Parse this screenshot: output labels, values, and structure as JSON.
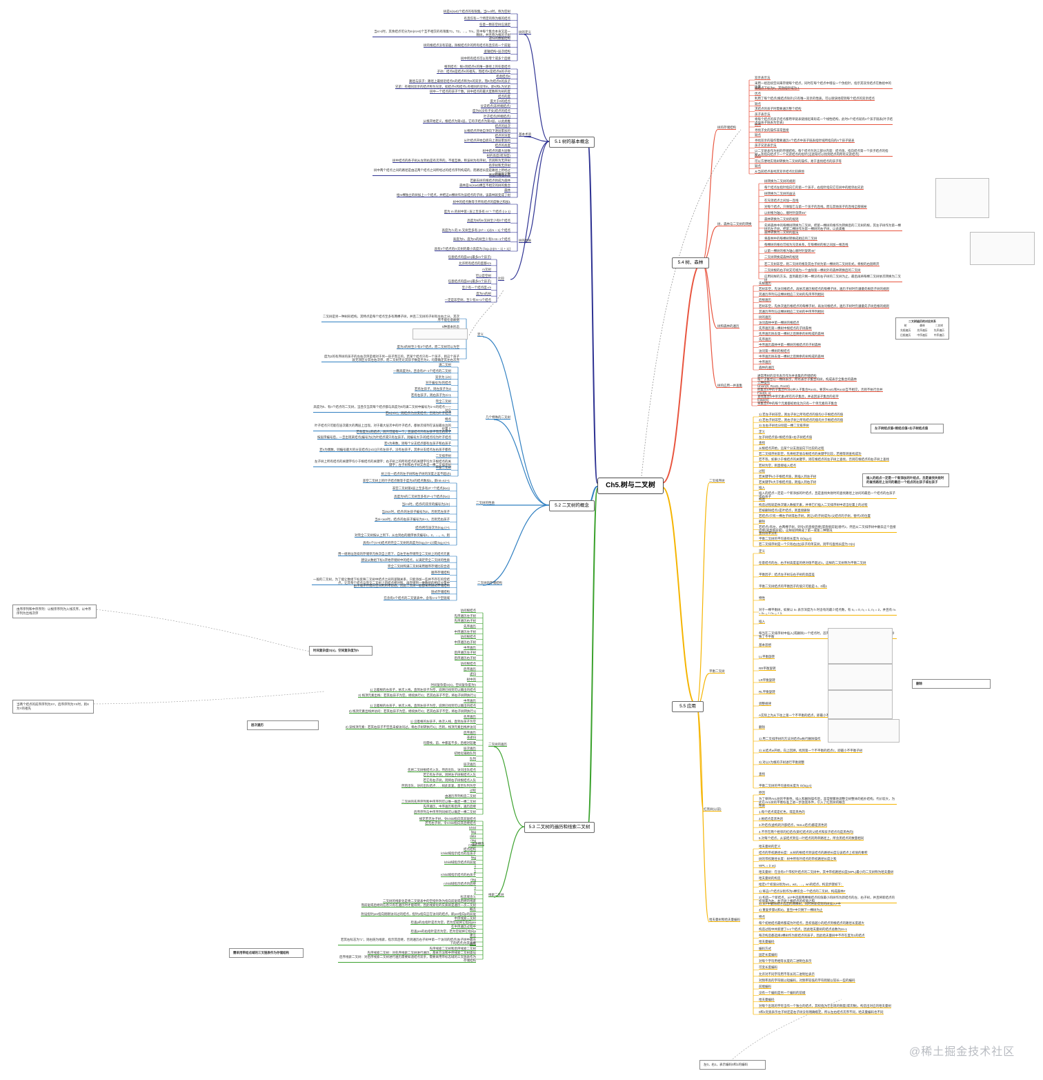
{
  "title": "Ch5.树与二叉树",
  "watermark": "@稀土掘金技术社区",
  "colors": {
    "s51": "#2d3192",
    "s52": "#2f7fc1",
    "s53": "#3aa12c",
    "s54": "#e8543e",
    "s55": "#f5b400",
    "line": "#999999"
  },
  "sections": {
    "s51": "5.1 树的基本概念",
    "s52": "5.2 二叉树的概念",
    "s53": "5.3 二叉树的遍历和线索二叉树",
    "s54": "5.4 树、森林",
    "s55": "5.5 应用"
  },
  "s51": {
    "def": "树的定义",
    "def_items": [
      "树是n(n≥0)个结点的有限集。当n=0时，称为空树",
      "有且仅有一个特定的称为根的结点",
      "任意一颗非空树应满足",
      "当n>1时，其余结点可分为m(m>0)个互不相交的有限集T1，T2，…，Tm，其中每个集合本身又是一颗树，并且称为根的子树",
      "递归的数据结构",
      "树的根结点没有前驱，除根结点外的所有结点有且仅有一个前驱",
      "逻辑结构+层次结构",
      "树中所有结点可以有零个或多个后继"
    ],
    "basic": "基本术语",
    "basic_items": [
      "根到结点：根A到结点K的唯一路径上的任意结点",
      "子孙：结点B是结点K的祖先，而结点K是结点B的子孙",
      "考虑结点K",
      "路径与孩子：路径上最接近结点K的结点称为K的双亲，而K为结点E的孩子",
      "兄弟：有相同双亲的结点称为兄弟，如结点K和结点L有相同的双亲E，即K和L为兄弟",
      "树中一个结点的孩子个数，树中结点的最大度数称为树的度",
      "结点的度",
      "度大于0的结点",
      "分支结点(非终端结点)",
      "度为0(没有子女)结点的结点",
      "叶子结点(终端结点)",
      "从根开始定义，根结点为第1层，它的子结点为第2层，以此类推",
      "结点的层次",
      "从根结点开始自顶向下逐层累加的",
      "结点的深度",
      "从叶结点开始自底向上逐层累加的",
      "结点的高度",
      "树中结点的最大层数",
      "树的高度(或深度)",
      "树中结点的各子树从左到右是有次序的，不能互换，称该树为有序树，否则称为无序树",
      "有序树和无序树",
      "树中两个结点之间的路径是由这两个结点之间所经过的结点序列构成的，而路径长度是路径上所经过的边的个数",
      "路径和路径长度",
      "若删去树的根结点则成为森林",
      "森林是m(m≥0)棵互不相交的树的集合",
      "森林",
      "给m棵独立的树加上一个结点，并把这m棵树作为该结点的子树，该森林就变成了树"
    ],
    "props": "树的性质",
    "props_items": [
      "树中的结点数等于所有结点的度数之和加1",
      "度为 m 的树中第 i 层上至多有 mⁱ⁻¹ 个结点 (i ≥ 1)",
      "高度为h的m叉树至少有h个结点",
      "高度为 h 的 m 叉树至多有 (mʰ − 1)/(m − 1) 个结点",
      "高度为h、度为m的树至少有h+m−1个结点",
      "具有n个结点的m叉树的最小高度为 ⌈logₘ(n(m − 1) + 1)⌉"
    ],
    "cmp": "比较",
    "cmp_items": [
      "任意结点的度≤m(最多m个孩子)",
      "允许所有结点的度都<m",
      "m叉树",
      "可以是空树",
      "任意结点的度≤m(最多m个孩子)",
      "至少有一个结点度=m",
      "度为m的树",
      "一定是非空树，至少有m+1个结点"
    ]
  },
  "s52": {
    "def": "定义",
    "def_items": [
      "二叉树是另一种树形结构，其特点是每个结点至多有两棵子树，并且二叉树的子树有左右之分，其次序不能任意颠倒",
      "5种基本形态",
      "二叉树与度为2的有序树的区别",
      "度为2的树至少有3个结点，而二叉树可以为空",
      "度为2的有序树的孩子的左右次序是相对于另一孩子而言的，若某个结点只有一个孩子，则这个孩子就无须区分其左右次序，而二叉树无论其孩子数是否为2，均需确定其左右次序"
    ],
    "special": "几个特殊的二叉树",
    "special_items": [
      "满二叉树",
      "一颗高度为h，且含有2ʰ−1个结点的二叉树",
      "双亲为 ⌊i/2⌋",
      "对于编号为i的结点",
      "若有左孩子，则左孩子为2i",
      "若有右孩子，则右孩子为2i+1",
      "完全二叉树",
      "高度为h、有n个结点的二叉树，当且仅当其每个结点都与高度为h的满二叉树中编号为1~n的结点一一对应",
      "若i≤⌊n/2⌋，则结点i为分支结点，否则为叶子结点",
      "特点",
      "叶子结点只可能在层次最大的两层上出现。对于最大层次中的叶子结点，都依次排列在该层最左边的位置上",
      "若有度为1的结点，则只可能有一个，且该结点只有左孩子而无右孩子",
      "按层序编号后，一旦出现某结点(编号为i)为叶结点或只有左孩子，则编号大于i的结点均为叶子结点",
      "若n为奇数，则每个分支结点都有左孩子和右孩子",
      "若n为偶数，则编号最大的分支结点(⌊n/2⌋)只有左孩子，没有右孩子，其余分支结点左右孩子都有",
      "二叉排序树",
      "左子树上所有结点的关键字均小于根结点的关键字；右子树上的所有结点的关键字均大于根结点的关键字；左子树和右子树又各是一棵二叉排序树",
      "平衡二叉树",
      "树上任一结点的左子树和右子树的深度之差不超过1"
    ],
    "nature": "二叉树的性质",
    "nature_items": [
      "非空二叉树上的叶子结点数等于度为2的结点数加1，即n0=n2+1",
      "非空二叉树第k层上至多有2ᵏ⁻¹个结点(k≥1)",
      "高度为h的二叉树至多有2ʰ−1个结点(h≥1)",
      "当i>1时，结点i的双亲的编号为⌊i/2⌋",
      "当2i≤n时，结点i的左孩子编号为2i，否则无左孩子",
      "当2i+1≤n时，结点i的右孩子编号为2i+1，否则无右孩子",
      "结点i所在层次为⌊log₂i⌋+1",
      "对完全二叉树按从上到下、从左到右的顺序依次编号1，2，…，n，则",
      "具有n个(n>0)结点的完全二叉树的高度为⌈log₂(n+1)⌉或⌊log₂n⌋+1"
    ],
    "store": "二叉树的存储结构",
    "store_items": [
      "用一组地址连续的存储单元依次自上而下、自左至右存储完全二叉树上的结点元素",
      "建议从数组下标1开始存储树中的结点，以满足完全二叉树的性质",
      "完全二叉树和满二叉树采用顺序存储比较合适",
      "顺序存储结构",
      "一般的二叉树，为了能让数组下标反映二叉树中结点之间的逻辑关系，只能添加一些并不存在的空结点，让其每个结点与完全二叉树上的结点相对照，再存储到一维数组的相应分量中",
      "由于顺序存储的空间利用率较低，因此二叉树一般都采用链式存储结构",
      "链式存储结构",
      "在含有n个结点的二叉链表中，含有n+1个空链域"
    ]
  },
  "s53": {
    "traverse": "二叉树的遍历",
    "trav_items": [
      "访问根结点",
      "先序遍历左子树",
      "先序遍历右子树",
      "先序遍历",
      "中序遍历左子树",
      "访问根结点",
      "中序遍历右子树",
      "中序遍历",
      "后序遍历左子树",
      "后序遍历右子树",
      "访问根结点",
      "后序遍历",
      "递归",
      "树中的",
      "时间复杂度O(n)，空间复杂度为h",
      "1) 沿着根的左孩子，依次入栈，直到左孩子为空，说明已找到可以输出的结点",
      "2) 栈顶元素出栈：若其右孩子为空，继续执行2)；若其右孩子不空，将右子树转执行1)",
      "中序遍历",
      "1) 沿着根的左孩子，依次入栈，直到左孩子为空，说明已找到可以输出的结点",
      "2) 栈顶元素出栈并访问：若其右孩子为空，继续执行2)；若其右孩子不空，将右子树转执行1)",
      "先序遍历",
      "1) 沿着根的左孩子，依次入栈，直到左孩子为空",
      "2) 读栈顶元素：若其右孩子不空且未被访问过，将右子树转执行1)；否则，栈顶元素出栈并访问",
      "后序遍历",
      "非递归",
      "均需栈，前、中都差不多，后相对较难",
      "层次遍历",
      "初始化辅助队列",
      "队列",
      "层次遍历",
      "先将二叉树根结点入队，然后出队，访问出队结点",
      "若它有左子树，则将左子树根结点入队",
      "若它有右子树，则将右子树根结点入队",
      "然后出队，访问出队结点……如此反复，直至队列为空",
      "过程",
      "由遍历序列构造二叉树",
      "二叉树的先序序列和中序序列可以唯一确定一棵二叉树",
      "先序遍历，中序遍历和后序，遍历后继",
      "后序序列与中序序列同样可以确定一棵二叉树"
    ],
    "trav_note1": "由序序列和中序序列：以根序序列为入线次序，以中序序列为出线次序",
    "trav_note2": "当两个结点的前序序列为XY，后序序列为YX时，则X为Y的祖先",
    "thread": "线索二叉树",
    "basic": "基本概念",
    "thread_items": [
      "规定若无左子树，令lchild指向其前驱结点",
      "若无右子树，令rchild指向其后继结点",
      "lchild",
      "ltag",
      "data",
      "rtag",
      "rchild",
      "结点结构",
      "lchild域指示结点的左孩子",
      "ltag",
      "lchild域指示结点的前驱",
      "0",
      "1",
      "rchild域指示结点的右孩子",
      "rtag",
      "rchild域指示结点的后继",
      "0",
      "1",
      "标志域含义",
      "二叉树的线索化是将二叉链表中的空指针改为指向前驱或后继的线索",
      "而前驱或后继的信息只有在遍历时才能得到，因此线索化的实质就是遍历一次二叉树",
      "概念",
      "附设指针pre指向刚刚访问过的结点，指针p指向正在访问的结点，即pre指向p的前驱",
      "中序线索二叉树",
      "检查p的左指针是否为空，若为空就将它指向pre",
      "在中序遍历过程中",
      "检查pre的右指针是否为空，若为空就将它指向p",
      "建立",
      "若其右标志为“1”，则右链为线索，指示其后继，否则遍历右子树中第一个访问的结点(右子树中最左下的结点)为其后继",
      "遍历",
      "先序线索二叉树和后序线索二叉树",
      "先序线索二叉树：对先序线索二叉树进行遍历，基本方法和中序线索二叉树类似",
      "后序线索二叉树：对后序线索二叉树进行遍历需要知道结点双亲，需要采用带标志域的三叉链表作为存储结构"
    ],
    "thread_note": "需采用带结点域的三叉链表作为存储结构"
  },
  "s54": {
    "store": "树的存储结构",
    "store_items": [
      "双亲表示法",
      "采用一组连续空间来存储每个结点，同时在每个结点中增设一个伪指针，指示其双亲结点在数组中的位置",
      "根结点下标为0，其伪指针域为-1",
      "优点",
      "利用了每个结点(根结点除外)只有唯一双亲的性质，可以很快地得到每个结点的双亲结点",
      "缺点",
      "求结点的孩子时需要遍历整个结构",
      "孩子表示法",
      "将每个结点的孩子结点都用单链表链接起来形成一个线性结构，此时n个结点就有n个孩子链表(叶子结点的孩子链表为空表)",
      "优点",
      "寻找子女的操作非常直接",
      "缺点",
      "寻找双亲的操作需要遍历n个结点中孩子链表指针域所指向的n个孩子链表",
      "孩子兄弟表示法",
      "以二叉链表作为树的存储结构，每个结点包括三部分内容：结点值、指向结点第一个孩子结点的指针，及指向结点下一个兄弟结点的指针(沿此域可以找到结点的所有兄弟结点)",
      "优点",
      "可以方便地实现树转换为二叉树的操作，易于查找结点的孩子等",
      "缺点",
      "从当前结点查找其双亲结点比较麻烦"
    ],
    "conv": "树、森林与二叉树的转换",
    "conv_items": [
      "树转换为二叉树的规则",
      "每个结点左指针指向它的第一个孩子，右指针指向它在树中的相邻右兄弟",
      "树转换为二叉树的画法",
      "在兄弟结点之间加一连线",
      "对每个结点，只保留它与第一个孩子的连线，而与其他孩子的连线全部抹掉",
      "以树根为轴心，顺时针旋转45°",
      "森林转换为二叉树的规则",
      "先将森林中的每棵树转换为二叉树，把第一棵树的根作为转换后的二叉树的根，其左子树作为第一棵树的左子树，把第二棵树作为第一棵树的右子树，以此类推",
      "森林转换为二叉树的画法",
      "将森林中的每棵树转换成相应的二叉树",
      "每棵树的根也可视为兄弟关系，在每棵树的根之间加一根连线",
      "以第一棵树的根为轴心顺时针旋转45°",
      "二叉树转换成森林的规则",
      "若二叉树非空，则二叉树的根及其左子树为第一棵树的二叉树形式，将根的右链断开",
      "二叉树根的右子树又可视为一个由除第一棵树外的森林转换后的二叉树",
      "应用同样的方法，直到最后只剩一棵没有右子树的二叉树为止，最后再将每棵二叉树依次转换为二叉树"
    ],
    "trav": "树和森林的遍历",
    "trav_items": [
      "先根遍历",
      "若树非空，先访问根结点，再依次遍历根结点的每棵子树，遍历子树时仍遵循先根后子树的规则",
      "其遍历序列与这棵树相应二叉树的先序序列相同",
      "后根遍历",
      "若树非空，先依次遍历根结点的每棵子树，再访问根结点，遍历子树时仍遵循先子树后根的规则",
      "其遍历序列与这棵树相应二叉树的中序序列相同",
      "树的遍历",
      "访问森林中第一棵树的根结点",
      "先序遍历第一棵树中根结点的子树森林",
      "先序遍历除去第一棵树之后剩余的树构成的森林",
      "先序遍历",
      "中序遍历森林中第一棵树的根结点的子树森林",
      "访问第一棵树的根结点",
      "中序遍历除去第一棵树之后剩余的树构成的森林",
      "中序遍历",
      "森林的遍历"
    ],
    "trav_table": {
      "head": [
        "树",
        "森林",
        "二叉树"
      ],
      "rows": [
        [
          "先根遍历",
          "先序遍历",
          "先序遍历"
        ],
        [
          "后根遍历",
          "中序遍历",
          "中序遍历"
        ]
      ],
      "title": "二叉树遍历的对应关系"
    },
    "ufs": "树的应用—并查集",
    "ufs_items": [
      "通常用树的双亲表示作为并查集的存储结构",
      "每个子集合以一棵树表示，所有表示子集合的树，构成表示全集合的森林",
      "三种操作",
      "Union(S, Root1, Root2)",
      "把集合S中的子集合Root2并入子集合Root1，要求Root1和Root2互不相交，否则不执行合并",
      "Find(S, x)",
      "查找集合S中单元素x所在的子集合，并返回该子集合的名字",
      "Initial(S)",
      "将集合S中的每个元素都初始化为只有一个单元素的子集合"
    ]
  },
  "s55": {
    "bst": "二叉排序树",
    "bst_items": [
      "1) 若左子树非空，则左子树上所有结点的值均小于根结点的值",
      "2) 若右子树非空，则右子树上所有结点的值均大于根结点的值",
      "3) 左右子树也分别是一棵二叉排序树",
      "定义",
      "左子树结点值<根结点值<右子树结点值",
      "查找",
      "从根结点开始，沿某个分支逐层向下比较的过程",
      "若二叉排序树非空，先将给定值与根结点的关键字比较，若相等则查找成功",
      "若不等，如果小于根结点的关键字，则在根结点的左子树上查找，否则在根结点的右子树上查找",
      "若树为空，则直接插入结点",
      "过程",
      "若关键字k小于根结点值，则插入到左子树",
      "若关键字k大于根结点值，则插入到右子树",
      "插入",
      "插入的结点一定是一个新添加的叶结点，且是查找失败时的查找路径上访问的最后一个结点的左孩子或右孩子",
      "构造",
      "构造过程就是依次输入数据元素，并将它们插入二叉排序树中适当位置上的过程",
      "若被删除结点z是叶结点，则直接删除",
      "若结点z只有一棵左子树或右子树，则让z的子树成为z父结点的子树，替代z的位置",
      "删除",
      "若结点z有左、右两棵子树，则令z的直接后继(或直接前驱)替代z，然后从二叉排序树中删去这个直接后继(或直接前驱)，这样就转换成了第一或第二种情况",
      "查找效率分析",
      "平衡二叉树的平均查找长度为 O(log₂n)",
      "若二叉排序树是一个只有右(左)孩子的单支树，则平均查找长度为 O(n)"
    ],
    "avl": "平衡二叉树",
    "avl_items": [
      "定义",
      "任意结点的左、右子树高度差的绝对值不超过1，这样的二叉树称为平衡二叉树",
      "平衡因子：结点左子树与右子树的高度差",
      "平衡二叉树结点的平衡因子的值只可能是-1、0或1",
      "特性",
      "对于一棵平衡树，如果以 nₕ 表示深度为 h 时含有的最少结点数，有 n₀ = 0, n₁ = 1, n₂ = 2，并且有 nₕ = nₕ₋₁ + nₕ₋₂ + 1.",
      "插入",
      "每当在二叉排序树中插入(或删除)一个结点时，首先检查其插入路径上的结点是否因为此次操作而导致了不平衡",
      "基本思想",
      "LL平衡旋转",
      "RR平衡旋转",
      "LR平衡旋转",
      "RL平衡旋转",
      "调整规律",
      "A实际上为从下往上第一个不平衡的结点，即最小不平衡子树",
      "删除",
      "1) 用二叉排序树的方法对结点w执行删除操作",
      "2) 从结点w开始，向上回溯，找到第一个不平衡的结点z，即最小不平衡子树",
      "3) 对以z为根的子树进行平衡调整",
      "查找",
      "平衡二叉树的平均查找长度为 O(log₂n)"
    ],
    "rbt": "红黑树(以前)",
    "rbt_items": [
      "原因",
      "为了保持AVL树的平衡性，插入和删除操作后，非常频繁地调整全树整体的拓扑结构，代价较大，为此在AVL树的平衡标准上进一步放宽条件，引入了红黑树的概念",
      "性质",
      "1.每个结点或是红色，或是黑色的",
      "2.根结点是黑色的",
      "3.叶结点(虚构的外部结点，NULL结点)都是黑色的",
      "4.不存在两个相邻的红结点(即红结点的父结点和孩子结点均是黑色的)",
      "5.对每个结点，从该结点到任一叶结点的简单路径上，所含黑结点的数量相同"
    ],
    "huff": "哈夫曼树和哈夫曼编码",
    "huff_items": [
      "哈夫曼树的定义",
      "结点的带权路径长度：从树的根结点到该结点的路径长度与该结点上权值的乘积",
      "树的带权路径长度：树中所有叶结点的带权路径长度之和",
      "WPL = Σ wᵢlᵢ",
      "哈夫曼树：在含有n个带权叶结点的二叉树中，其中带权路径长度(WPL)最小的二叉树称为哈夫曼树",
      "哈夫曼树的构造",
      "给定n个权值分别为w1，w2，…，wn的结点，构造步骤如下：",
      "1) 将这n个结点分别作为n棵仅含一个结点的二叉树，构成森林F",
      "2) 构造一个新结点，从F中选取两棵根结点权值最小的树作为新结点的左、右子树，并且将新结点的权值置为左、右子树上根结点的权值之和",
      "3) 从F中删除刚才选出的两棵树，同时将新得到的树加入F中",
      "4) 重复步骤2)和3)，直至F中只剩下一棵树为止",
      "特点",
      "每个初始结点最终都成为叶结点，且权值越小的结点到根结点的路径长度越大",
      "构造过程中共新建了n-1个结点，因此哈夫曼树的结点总数为2n-1",
      "每次构造都选择2棵树作为新结点的孩子，因此哈夫曼树中不存在度为1的结点",
      "哈夫曼编码",
      "编码方式",
      "固定长度编码",
      "对每个字符用相等长度的二进制位表示",
      "可变长度编码",
      "允许对不同字符用不等长的二进制位表示",
      "对频率高的字符赋以短编码，对频率较低的字符则赋以较长一些的编码",
      "前缀编码",
      "没有一个编码是另一个编码的前缀",
      "哈夫曼编码",
      "对每个出现的字符当作一个独立的结点，其权值为它出现的频度(或次数)，构造出对应的哈夫曼树",
      "0和1究竟表示左子树还是右子树没有明确规定，所以左右结点次序不同，哈夫曼编码也不同"
    ],
    "huff_note": "左0，右1，表示编码0和1的编码"
  }
}
